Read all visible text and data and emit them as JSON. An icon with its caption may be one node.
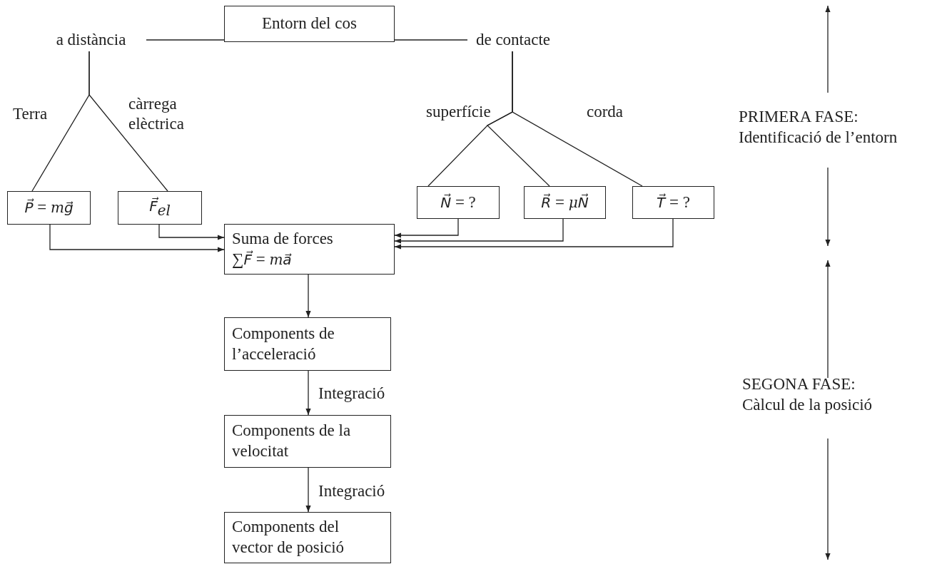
{
  "diagram": {
    "nodes": [
      {
        "text": [
          "Entorn del cos"
        ]
      },
      {
        "text": [
          "a distància"
        ]
      },
      {
        "text": [
          "de contacte"
        ]
      },
      {
        "text": [
          "*P⃗* = *mg⃗*"
        ]
      },
      {
        "text": [
          "*F⃗*$_{el}$"
        ]
      },
      {
        "text": [
          "*N⃗* = ?"
        ]
      },
      {
        "text": [
          "*R⃗* = *μN⃗*"
        ]
      },
      {
        "text": [
          "*T⃗* = ?"
        ]
      },
      {
        "text": [
          "Suma de forces",
          "∑*F⃗* = *ma⃗*"
        ]
      },
      {
        "text": [
          "Components de l’acceleració"
        ]
      },
      {
        "text": [
          "Components de la velocitat"
        ]
      },
      {
        "text": [
          "Components del vector de posició"
        ]
      }
    ],
    "edges": [
      {
        "from": 0,
        "to": 1,
        "arrow": "none"
      },
      {
        "from": 0,
        "to": 2,
        "arrow": "none"
      },
      {
        "from": 1,
        "to": 3,
        "arrow": "none",
        "label": "Terra"
      },
      {
        "from": 1,
        "to": 4,
        "arrow": "none",
        "label": "càrrega elèctrica"
      },
      {
        "from": 2,
        "to": 5,
        "arrow": "none",
        "label": "superfície"
      },
      {
        "from": 2,
        "to": 6,
        "arrow": "none"
      },
      {
        "from": 2,
        "to": 7,
        "arrow": "none",
        "label": "corda"
      },
      {
        "from": 3,
        "to": 8,
        "arrow": "to"
      },
      {
        "from": 4,
        "to": 8,
        "arrow": "to"
      },
      {
        "from": 5,
        "to": 8,
        "arrow": "to"
      },
      {
        "from": 6,
        "to": 8,
        "arrow": "to"
      },
      {
        "from": 7,
        "to": 8,
        "arrow": "to"
      },
      {
        "from": 8,
        "to": 9,
        "arrow": "to"
      },
      {
        "from": 9,
        "to": 10,
        "arrow": "to",
        "label": "Integració"
      },
      {
        "from": 10,
        "to": 11,
        "arrow": "to",
        "label": "Integració"
      }
    ],
    "labels": [
      "PRIMERA FASE: Identificació de l’entorn",
      "SEGONA FASE: Càlcul de la posició"
    ]
  }
}
